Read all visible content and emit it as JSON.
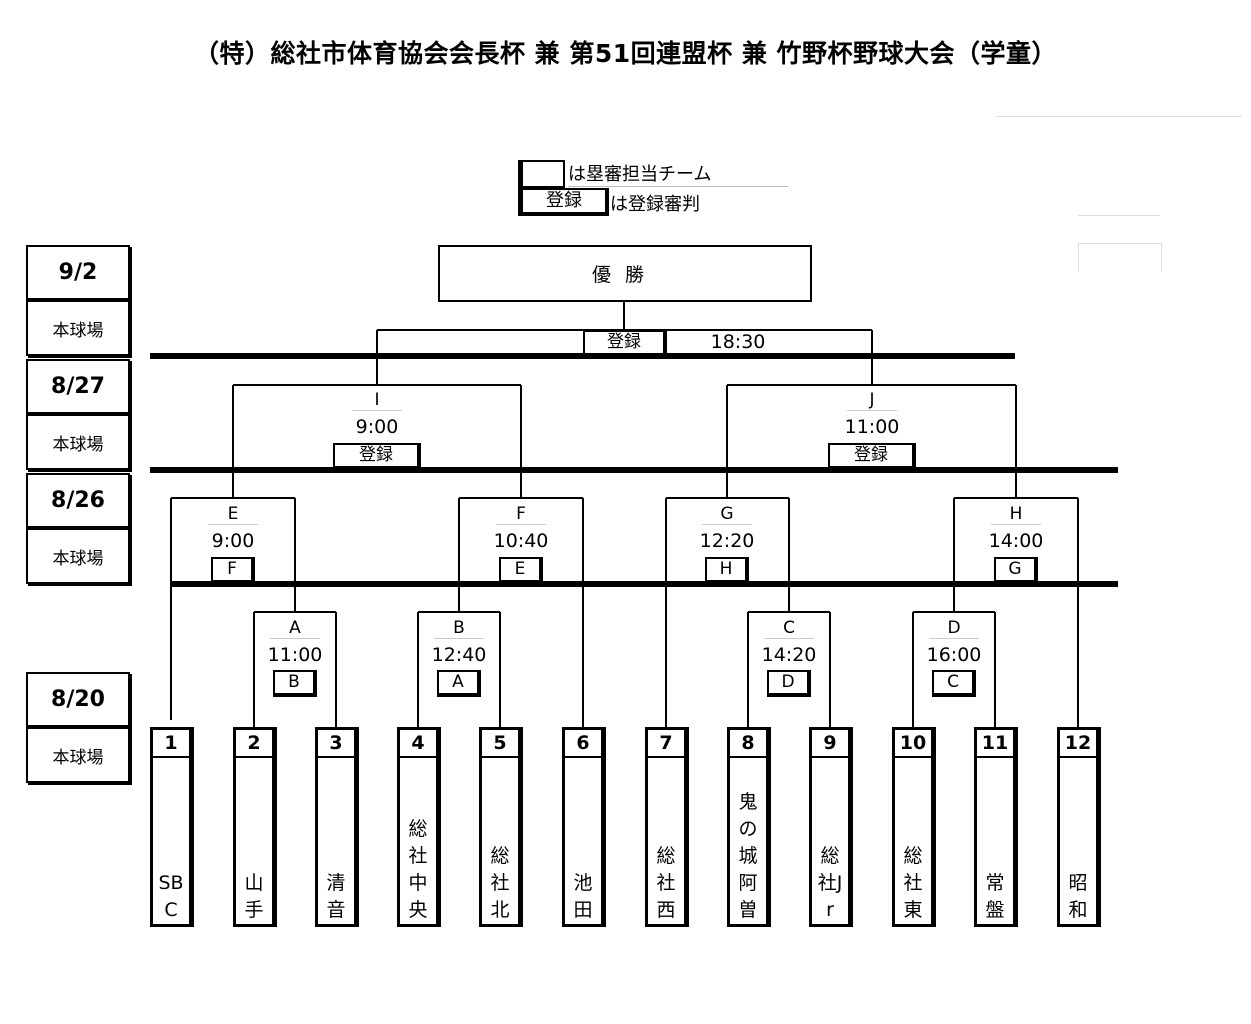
{
  "title": "（特）総社市体育協会会長杯 兼 第51回連盟杯 兼 竹野杯野球大会（学童）",
  "legend": {
    "umpire_team_text": "は塁審担当チーム",
    "registered_box": "登録",
    "registered_text": "は登録審判"
  },
  "schedule": [
    {
      "date": "9/2",
      "venue": "本球場"
    },
    {
      "date": "8/27",
      "venue": "本球場"
    },
    {
      "date": "8/26",
      "venue": "本球場"
    },
    {
      "date": "8/20",
      "venue": "本球場"
    }
  ],
  "final": {
    "label": "優勝",
    "referee": "登録",
    "time": "18:30"
  },
  "semifinals": [
    {
      "id": "I",
      "time": "9:00",
      "referee": "登録"
    },
    {
      "id": "J",
      "time": "11:00",
      "referee": "登録"
    }
  ],
  "quarterfinals": [
    {
      "id": "E",
      "time": "9:00",
      "referee": "F"
    },
    {
      "id": "F",
      "time": "10:40",
      "referee": "E"
    },
    {
      "id": "G",
      "time": "12:20",
      "referee": "H"
    },
    {
      "id": "H",
      "time": "14:00",
      "referee": "G"
    }
  ],
  "first_round": [
    {
      "id": "A",
      "time": "11:00",
      "referee": "B"
    },
    {
      "id": "B",
      "time": "12:40",
      "referee": "A"
    },
    {
      "id": "C",
      "time": "14:20",
      "referee": "D"
    },
    {
      "id": "D",
      "time": "16:00",
      "referee": "C"
    }
  ],
  "teams": [
    {
      "num": "1",
      "name": "SBC"
    },
    {
      "num": "2",
      "name": "山手"
    },
    {
      "num": "3",
      "name": "清音"
    },
    {
      "num": "4",
      "name": "総社中央"
    },
    {
      "num": "5",
      "name": "総社北"
    },
    {
      "num": "6",
      "name": "池田"
    },
    {
      "num": "7",
      "name": "総社西"
    },
    {
      "num": "8",
      "name": "鬼の城阿曽"
    },
    {
      "num": "9",
      "name": "総社Jr"
    },
    {
      "num": "10",
      "name": "総社東"
    },
    {
      "num": "11",
      "name": "常盤"
    },
    {
      "num": "12",
      "name": "昭和"
    }
  ]
}
